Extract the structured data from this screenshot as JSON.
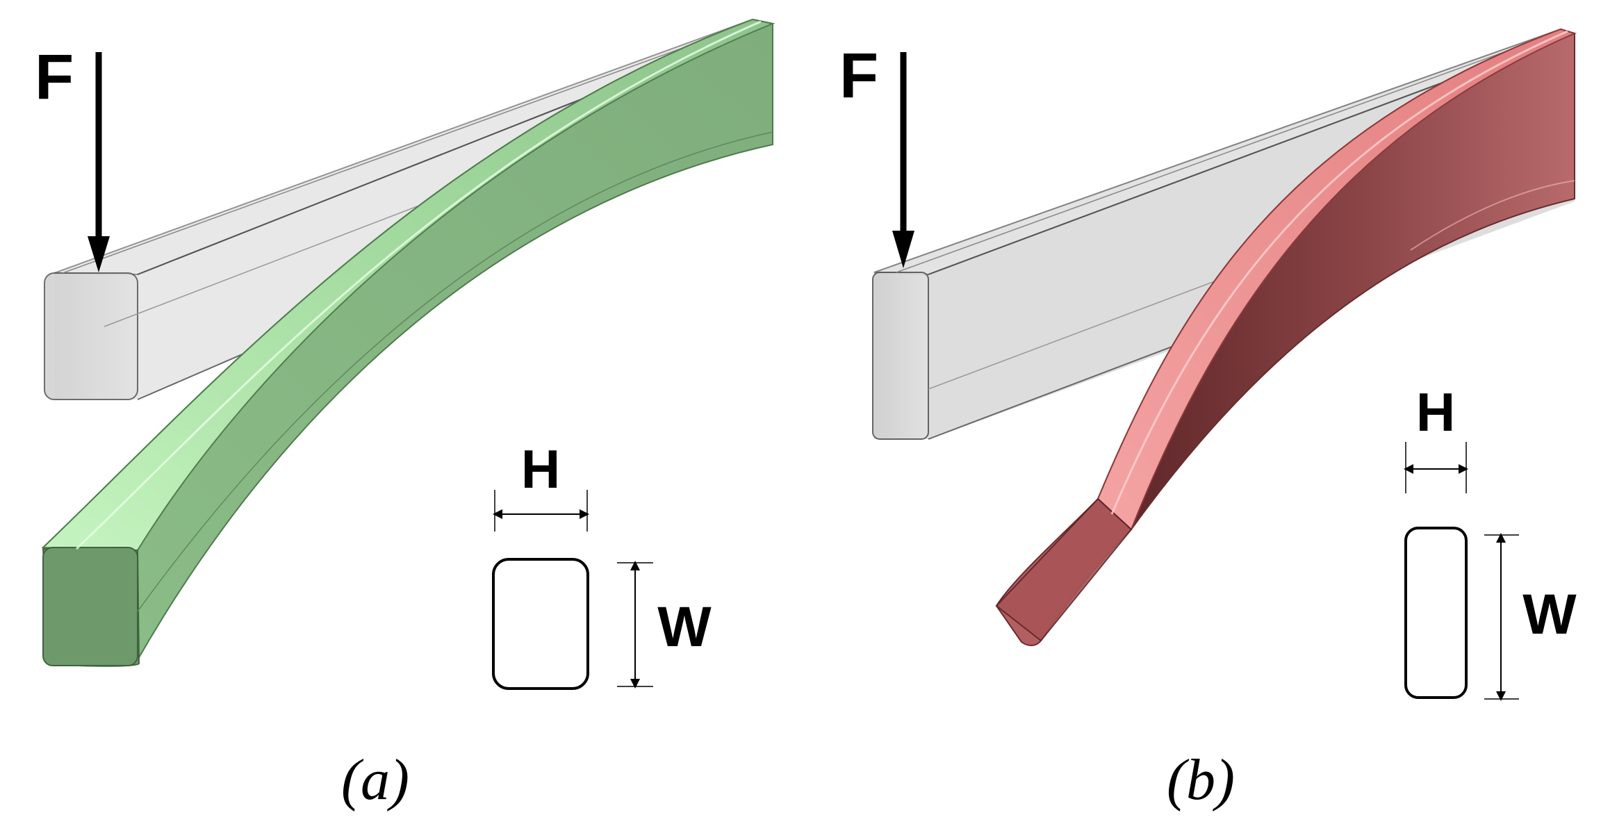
{
  "panels": [
    {
      "force_label": "F",
      "caption": "(a)",
      "beam_color": "#8fc48d",
      "cross_section": {
        "height_label": "H",
        "width_label": "W"
      }
    },
    {
      "force_label": "F",
      "caption": "(b)",
      "beam_color": "#e98a8a",
      "cross_section": {
        "height_label": "H",
        "width_label": "W"
      }
    }
  ]
}
